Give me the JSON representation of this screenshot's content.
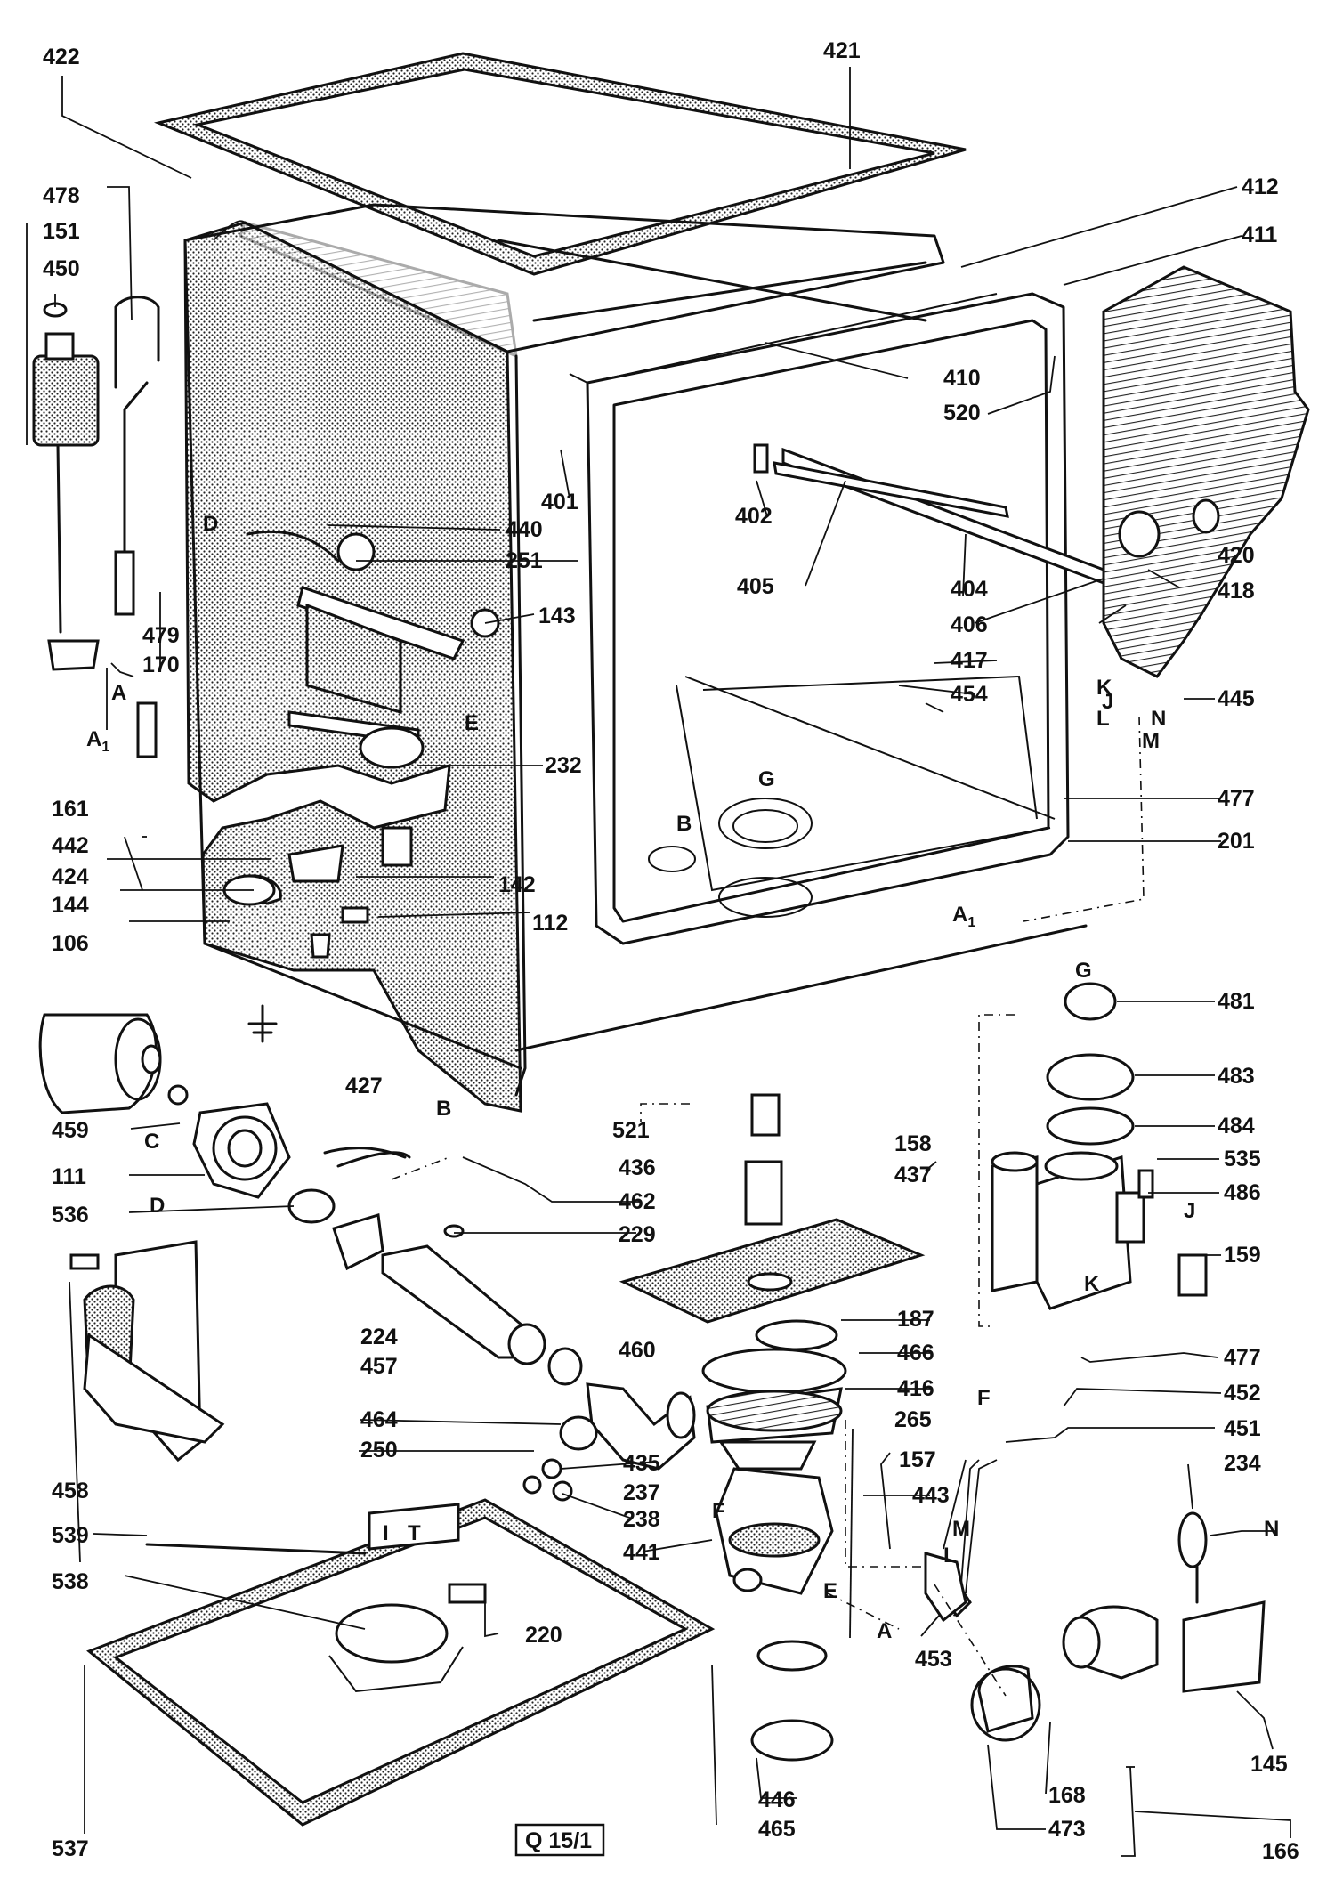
{
  "diagram": {
    "reference_code": "Q 15/1",
    "callouts": {
      "c422": "422",
      "c421": "421",
      "c478": "478",
      "c151": "151",
      "c450": "450",
      "c412": "412",
      "c411": "411",
      "c410": "410",
      "c520": "520",
      "c401": "401",
      "c402": "402",
      "c420": "420",
      "c440": "440",
      "c251": "251",
      "c143": "143",
      "c405": "405",
      "c404": "404",
      "c418": "418",
      "c406": "406",
      "c479": "479",
      "c170": "170",
      "c417": "417",
      "c454": "454",
      "c445": "445",
      "c232": "232",
      "c161": "161",
      "c442": "442",
      "c477a": "477",
      "c201": "201",
      "c424": "424",
      "c142": "142",
      "c144": "144",
      "c112": "112",
      "c106": "106",
      "c481": "481",
      "c427": "427",
      "c483": "483",
      "c459": "459",
      "c521": "521",
      "c484": "484",
      "c158": "158",
      "c111": "111",
      "c436": "436",
      "c437": "437",
      "c535": "535",
      "c462": "462",
      "c486": "486",
      "c536": "536",
      "c229": "229",
      "c159": "159",
      "c224": "224",
      "c187": "187",
      "c457": "457",
      "c460": "460",
      "c466": "466",
      "c477b": "477",
      "c416": "416",
      "c452": "452",
      "c464": "464",
      "c265": "265",
      "c451": "451",
      "c250": "250",
      "c435": "435",
      "c157": "157",
      "c234": "234",
      "c237": "237",
      "c458": "458",
      "c238": "238",
      "c443": "443",
      "c539": "539",
      "c441": "441",
      "c538": "538",
      "c220": "220",
      "c453": "453",
      "c145": "145",
      "c537": "537",
      "c446": "446",
      "c168": "168",
      "c465": "465",
      "c473": "473",
      "c166": "166"
    },
    "letters": {
      "D1": "D",
      "A1": "A",
      "A1sub": "A",
      "E1": "E",
      "G1": "G",
      "B1": "B",
      "K1": "K",
      "J1": "J",
      "L1": "L",
      "N1": "N",
      "M1": "M",
      "A2": "A",
      "G2": "G",
      "B2": "B",
      "C2": "C",
      "D2": "D",
      "J2": "J",
      "K2": "K",
      "F1": "F",
      "F2": "F",
      "M2": "M",
      "L2": "L",
      "E2": "E",
      "A3": "A",
      "N2": "N",
      "I1": "I",
      "T1": "T"
    },
    "subscripts": {
      "A1sub_idx": "1",
      "A2_idx": "1"
    }
  }
}
